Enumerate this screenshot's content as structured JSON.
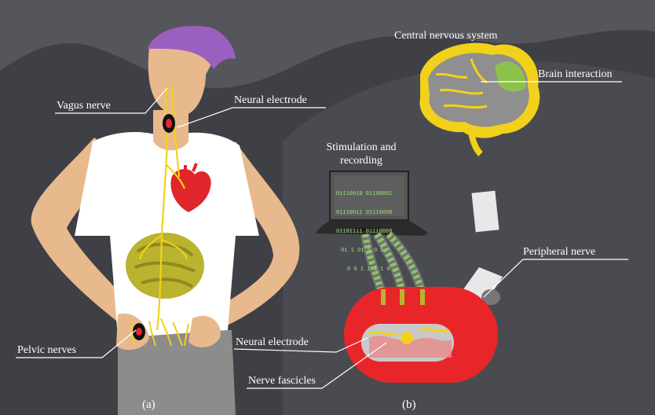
{
  "labels": {
    "vagus_nerve": "Vagus nerve",
    "neural_electrode_neck": "Neural  electrode",
    "pelvic_nerves": "Pelvic nerves",
    "central_nervous_system": "Central nervous system",
    "brain_interaction": "Brain interaction",
    "stimulation_line1": "Stimulation and",
    "stimulation_line2": "recording",
    "peripheral_nerve": "Peripheral nerve",
    "neural_electrode_cuff": "Neural electrode",
    "nerve_fascicles": "Nerve fascicles",
    "panel_a": "(a)",
    "panel_b": "(b)"
  },
  "laptop_screen_code": [
    "01110010 01100001",
    "01110011 01110000",
    "01101111 01110000",
    "01 1 01 1 0 1",
    "0 0 1 1 0 1 0"
  ],
  "colors": {
    "background": "#3f4045",
    "hill": "#55565c",
    "skin": "#e8b98d",
    "hair": "#9b5fc0",
    "shirt": "#ffffff",
    "nerve": "#f2d11a",
    "heart": "#e0262b",
    "intestine": "#b9b330",
    "electrode_red": "#e8262a",
    "brain_gray": "#8f8f8f",
    "brain_green": "#8bc34a",
    "screen_code": "#9fe07a"
  }
}
